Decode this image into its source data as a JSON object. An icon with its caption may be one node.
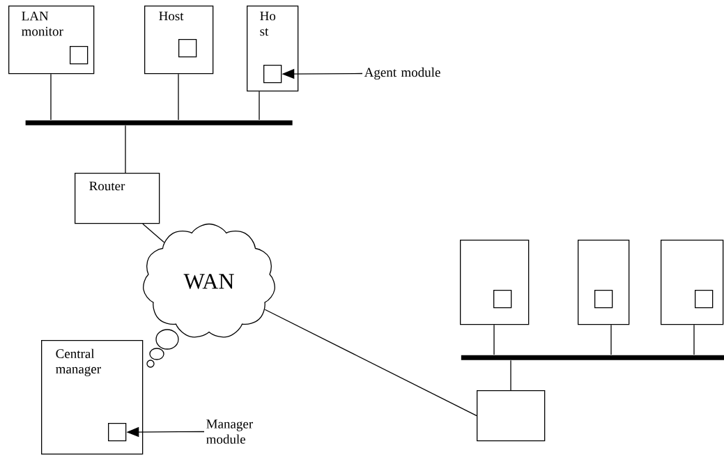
{
  "diagram": {
    "nodes": [
      {
        "text": [
          "LAN monitor"
        ]
      },
      {
        "text": [],
        "shape": "box",
        "in": 0
      },
      {
        "text": [
          "Host"
        ]
      },
      {
        "text": [],
        "shape": "box",
        "in": 2
      },
      {
        "text": [
          "Ho st"
        ]
      },
      {
        "text": [],
        "shape": "box",
        "in": 4
      },
      {
        "text": [
          "Agent module"
        ]
      },
      {
        "text": [],
        "shape": "bar"
      },
      {
        "text": [
          "Router"
        ]
      },
      {
        "text": [
          "WAN"
        ]
      },
      {
        "text": [
          "Central manager"
        ]
      },
      {
        "text": [],
        "shape": "box",
        "in": 10
      },
      {
        "text": [
          "Manager module"
        ]
      },
      {
        "text": [],
        "shape": "box"
      },
      {
        "text": [],
        "shape": "box",
        "in": 13
      },
      {
        "text": [],
        "shape": "box"
      },
      {
        "text": [],
        "shape": "box",
        "in": 15
      },
      {
        "text": [],
        "shape": "box"
      },
      {
        "text": [],
        "shape": "box",
        "in": 17
      },
      {
        "text": [],
        "shape": "bar"
      },
      {
        "text": [],
        "shape": "box"
      }
    ],
    "edges": [
      {
        "from": 0,
        "to": 7,
        "arrow": "none"
      },
      {
        "from": 2,
        "to": 7,
        "arrow": "none"
      },
      {
        "from": 4,
        "to": 7,
        "arrow": "none"
      },
      {
        "from": 7,
        "to": 8,
        "arrow": "none"
      },
      {
        "from": 8,
        "to": 9,
        "arrow": "none"
      },
      {
        "from": 9,
        "to": 20,
        "arrow": "none"
      },
      {
        "from": 13,
        "to": 19,
        "arrow": "none"
      },
      {
        "from": 15,
        "to": 19,
        "arrow": "none"
      },
      {
        "from": 17,
        "to": 19,
        "arrow": "none"
      },
      {
        "from": 19,
        "to": 20,
        "arrow": "none"
      },
      {
        "from": 6,
        "to": 5,
        "arrow": "to"
      },
      {
        "from": 12,
        "to": 11,
        "arrow": "to"
      }
    ]
  }
}
